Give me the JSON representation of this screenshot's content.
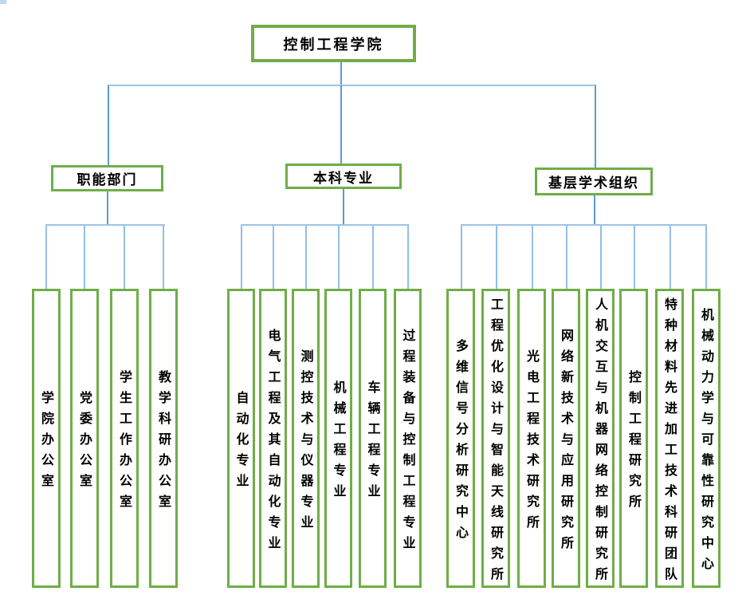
{
  "root": {
    "label": "控制工程学院"
  },
  "groups": [
    {
      "label": "职能部门",
      "children": [
        "学院办公室",
        "党委办公室",
        "学生工作办公室",
        "教学科研办公室"
      ]
    },
    {
      "label": "本科专业",
      "children": [
        "自动化专业",
        "电气工程及其自动化专业",
        "测控技术与仪器专业",
        "机械工程专业",
        "车辆工程专业",
        "过程装备与控制工程专业"
      ]
    },
    {
      "label": "基层学术组织",
      "children": [
        "多维信号分析研究中心",
        "工程优化设计与智能天线研究所",
        "光电工程技术研究所",
        "网络新技术与应用研究所",
        "人机交互与机器网络控制研究所",
        "控制工程研究所",
        "特种材料先进加工技术科研团队",
        "机械动力学与可靠性研究中心"
      ]
    }
  ],
  "colors": {
    "box_border_green": "#70AD47",
    "connector_blue": "#5B9BD5",
    "connector_light_blue": "#9DC3E6"
  }
}
